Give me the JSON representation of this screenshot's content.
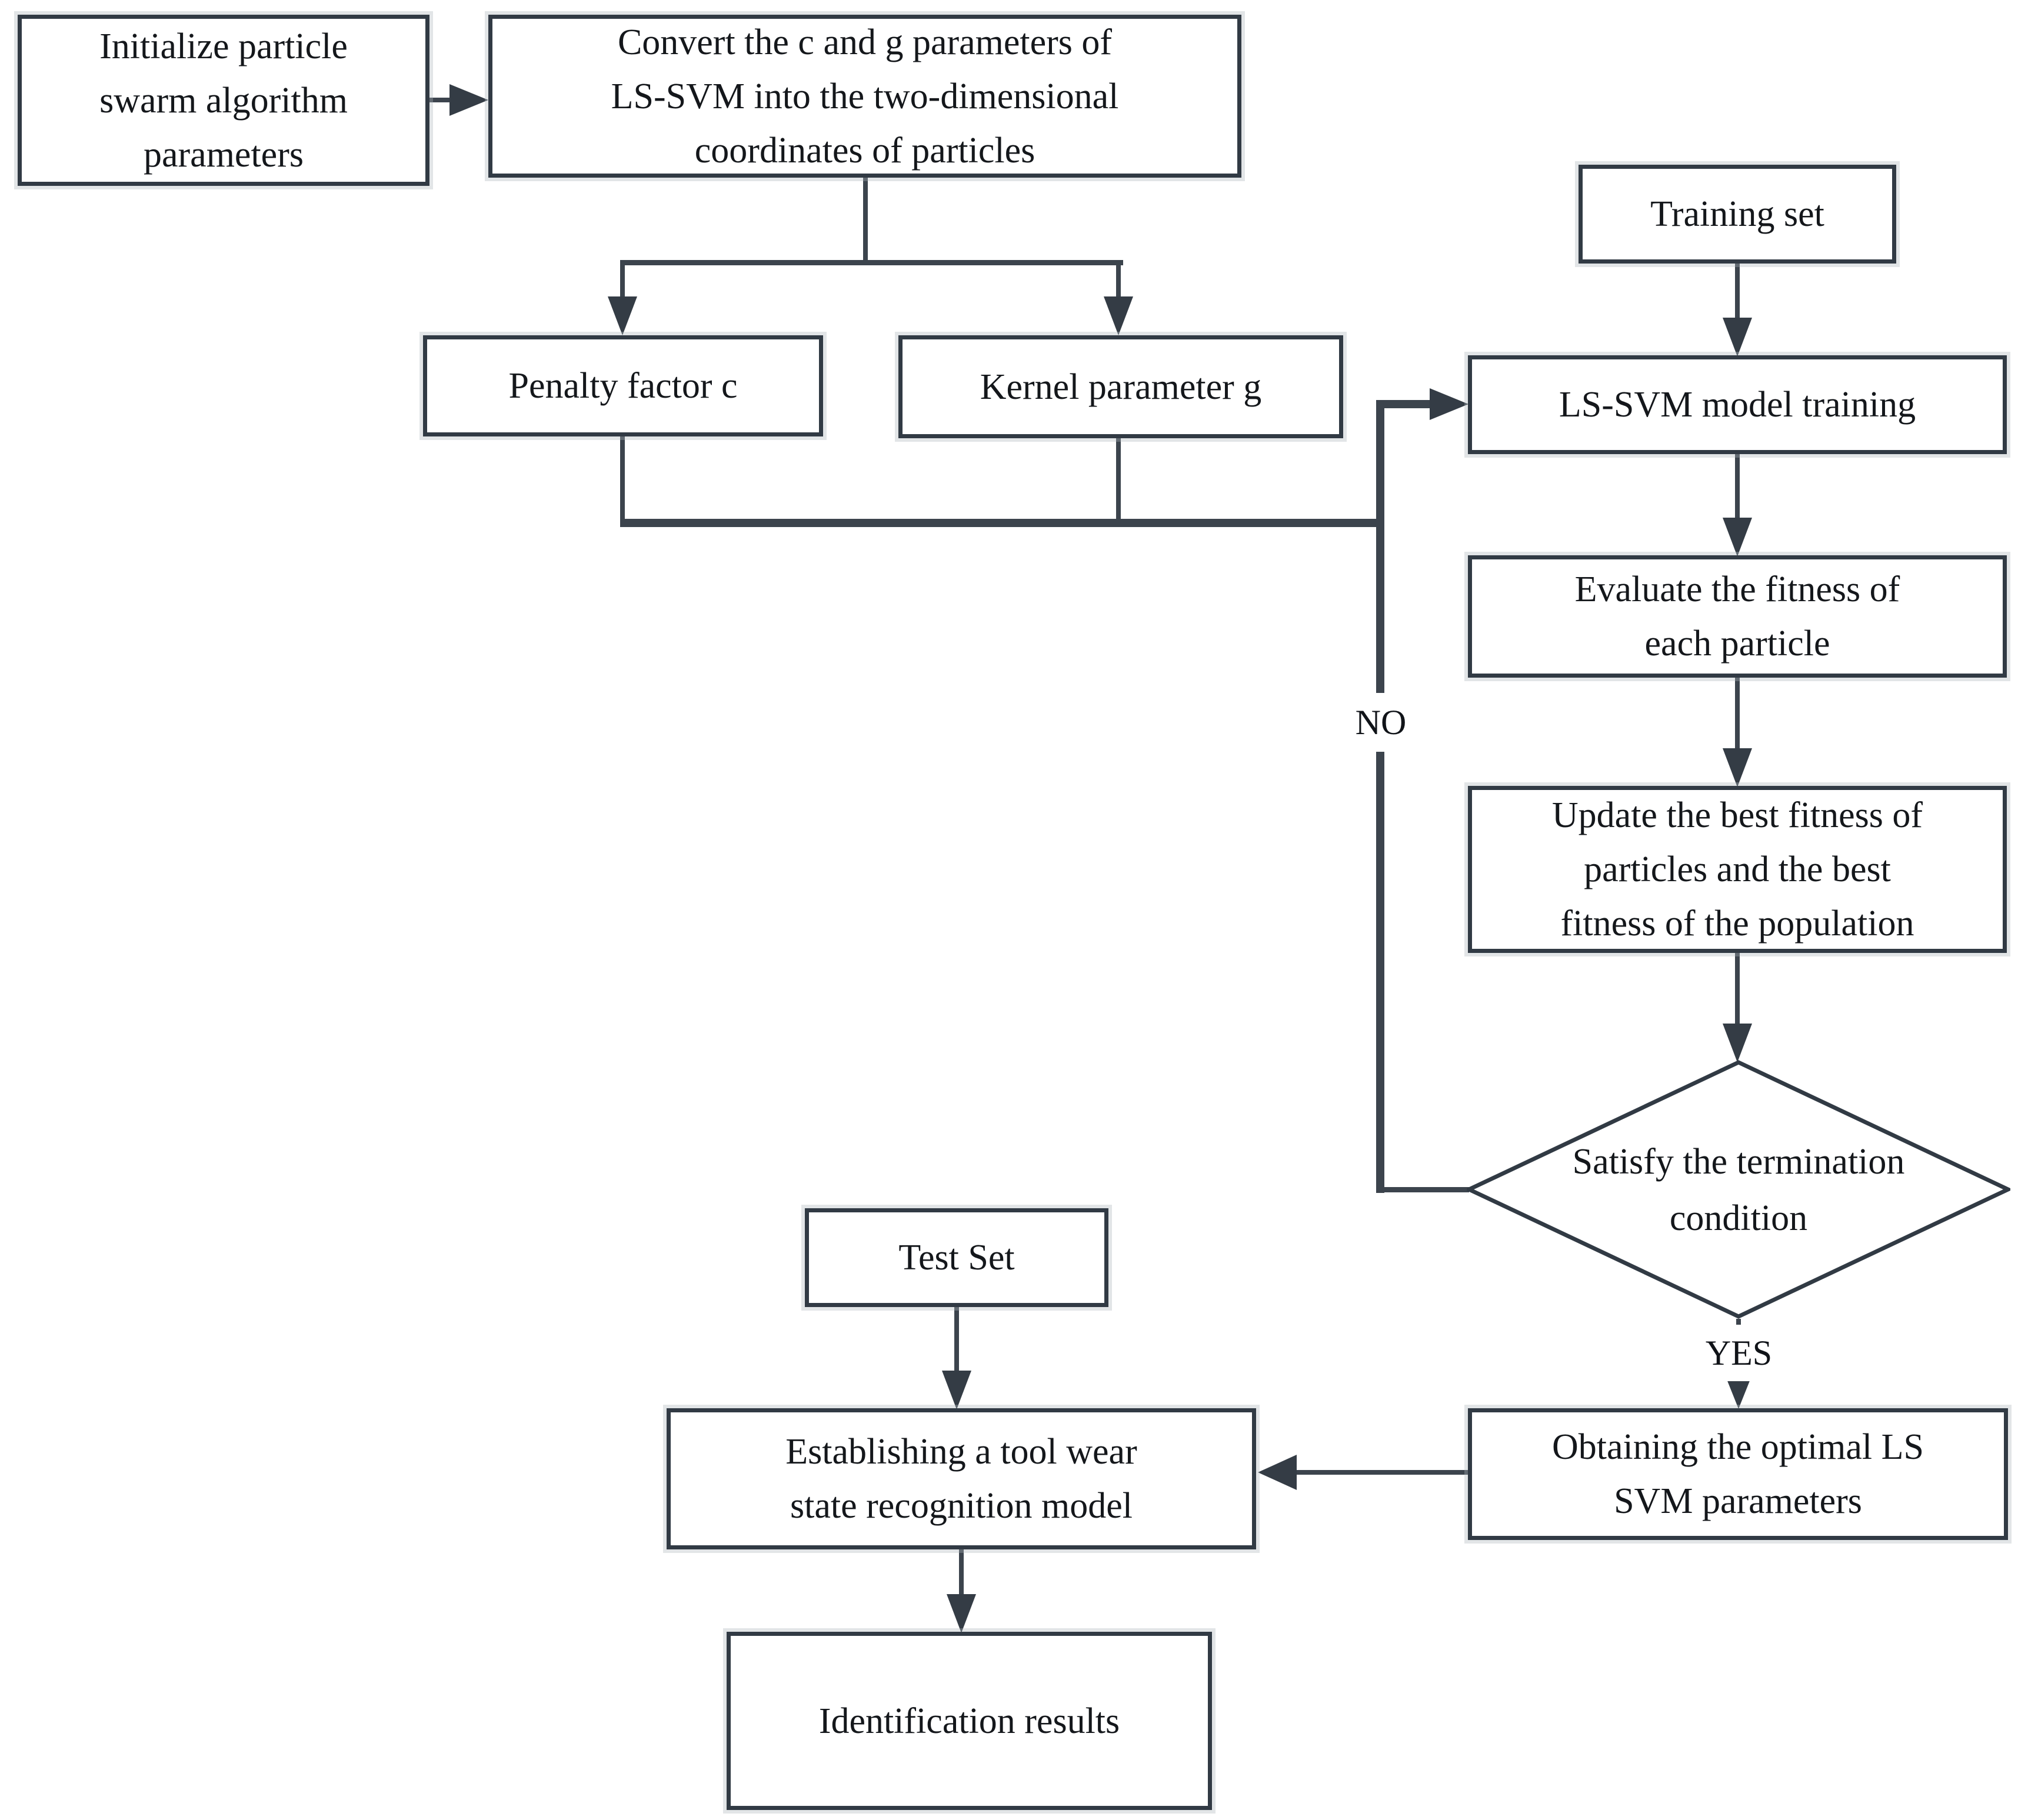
{
  "flowchart": {
    "nodes": {
      "initialize": {
        "lines": [
          "Initialize particle",
          "swarm algorithm",
          "parameters"
        ]
      },
      "convert": {
        "lines": [
          "Convert the c and g parameters of",
          "LS-SVM into the two-dimensional",
          "coordinates of particles"
        ]
      },
      "penalty_factor": {
        "lines": [
          "Penalty factor c"
        ]
      },
      "kernel_parameter": {
        "lines": [
          "Kernel parameter g"
        ]
      },
      "training_set": {
        "lines": [
          "Training set"
        ]
      },
      "lssvm_training": {
        "lines": [
          "LS-SVM model training"
        ]
      },
      "evaluate_fitness": {
        "lines": [
          "Evaluate the fitness of",
          "each particle"
        ]
      },
      "update_fitness": {
        "lines": [
          "Update the best fitness of",
          "particles and the best",
          "fitness of the population"
        ]
      },
      "termination_decision": {
        "lines": [
          "Satisfy the termination",
          "condition"
        ]
      },
      "test_set": {
        "lines": [
          "Test Set"
        ]
      },
      "establish_model": {
        "lines": [
          "Establishing a tool wear",
          "state recognition model"
        ]
      },
      "obtain_params": {
        "lines": [
          "Obtaining the optimal LS",
          "SVM parameters"
        ]
      },
      "identification_results": {
        "lines": [
          "Identification results"
        ]
      }
    },
    "edge_labels": {
      "no": "NO",
      "yes": "YES"
    },
    "colors": {
      "box_border": "#313a44",
      "connector_line": "#3c444d",
      "text": "#14171b",
      "background": "#ffffff",
      "box_shadow": "#adb4ba"
    }
  }
}
